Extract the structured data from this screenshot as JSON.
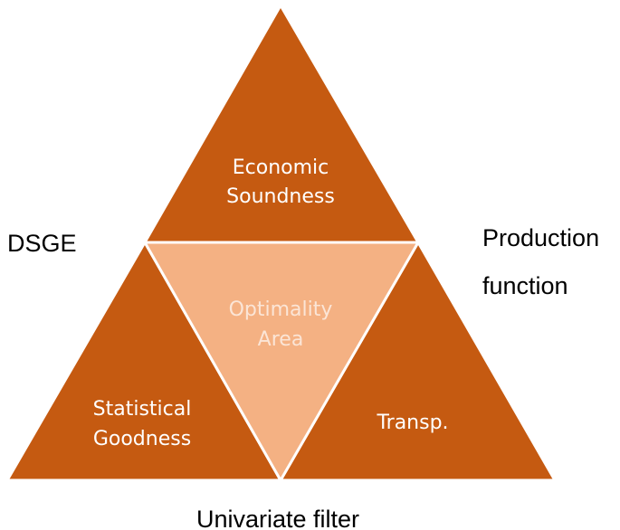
{
  "colors": {
    "outer_triangle": "#c55a11",
    "center_triangle": "#f4b183",
    "stroke": "#ffffff",
    "inner_text": "#ffffff",
    "center_text": "#fbe5d6",
    "outer_text": "#000000"
  },
  "triangles": {
    "top": {
      "lines": [
        "Economic",
        "Soundness"
      ]
    },
    "center": {
      "lines": [
        "Optimality",
        "Area"
      ]
    },
    "left": {
      "lines": [
        "Statistical",
        "Goodness"
      ]
    },
    "right": {
      "lines": [
        "Transp."
      ]
    }
  },
  "outer_labels": {
    "left": "DSGE",
    "right_line1": "Production",
    "right_line2": "function",
    "bottom": "Univariate filter"
  }
}
